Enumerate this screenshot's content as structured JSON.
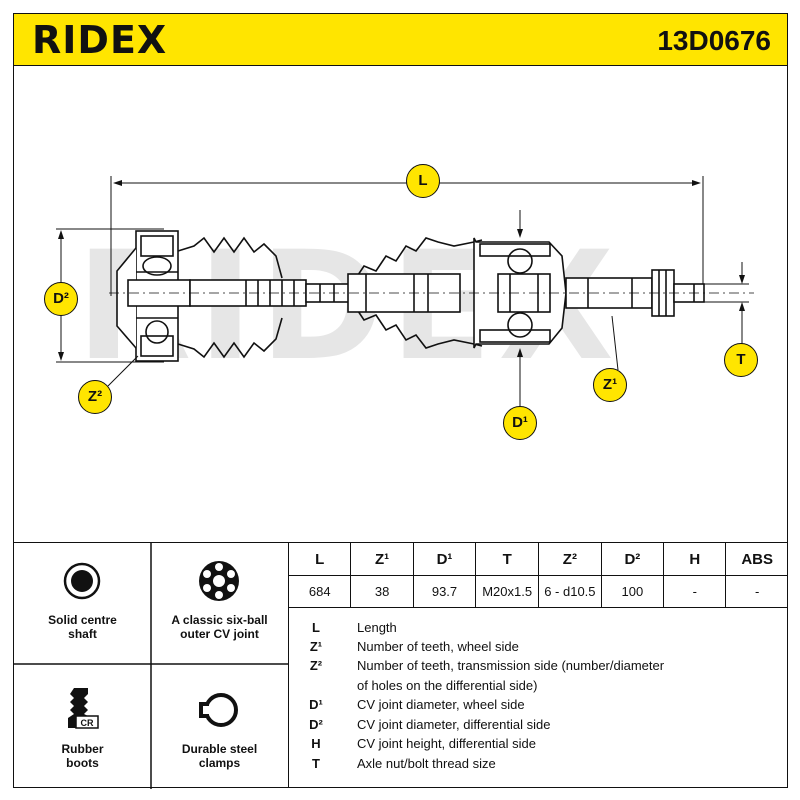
{
  "header": {
    "brand": "RIDEX",
    "part_number": "13D0676"
  },
  "colors": {
    "brand_yellow": "#FFE500",
    "line": "#111111",
    "watermark": "#E6E6E6"
  },
  "diagram": {
    "watermark": "RIDEX",
    "callouts": {
      "L": "L",
      "D2": "D²",
      "Z2": "Z²",
      "D1": "D¹",
      "Z1": "Z¹",
      "T": "T"
    }
  },
  "features": [
    {
      "icon": "solid-centre-shaft-icon",
      "label": "Solid centre shaft"
    },
    {
      "icon": "six-ball-cv-joint-icon",
      "label": "A classic six-ball outer CV joint"
    },
    {
      "icon": "rubber-boot-icon",
      "label": "Rubber boots",
      "icon_text": "CR"
    },
    {
      "icon": "steel-clamp-icon",
      "label": "Durable steel clamps"
    }
  ],
  "spec_table": {
    "headers": [
      "L",
      "Z¹",
      "D¹",
      "T",
      "Z²",
      "D²",
      "H",
      "ABS"
    ],
    "values": [
      "684",
      "38",
      "93.7",
      "M20x1.5",
      "6 - d10.5",
      "100",
      "-",
      "-"
    ]
  },
  "legend": [
    {
      "symbol": "L",
      "text": "Length"
    },
    {
      "symbol": "Z¹",
      "text": "Number of teeth, wheel side"
    },
    {
      "symbol": "Z²",
      "text": "Number of teeth, transmission side (number/diameter"
    },
    {
      "symbol": "",
      "text": "of holes on the differential side)"
    },
    {
      "symbol": "D¹",
      "text": "CV joint diameter, wheel side"
    },
    {
      "symbol": "D²",
      "text": "CV joint diameter, differential side"
    },
    {
      "symbol": "H",
      "text": "CV joint height, differential side"
    },
    {
      "symbol": "T",
      "text": "Axle nut/bolt thread size"
    }
  ]
}
